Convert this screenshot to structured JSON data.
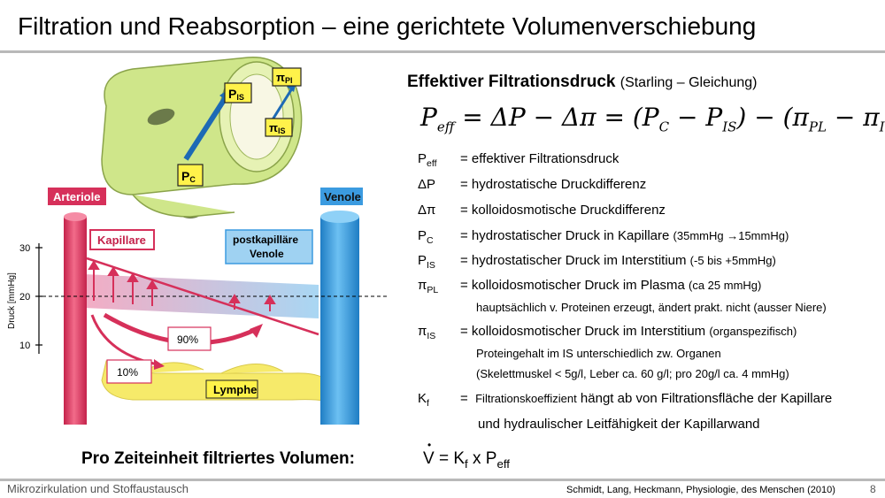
{
  "title": "Filtration und Reabsorption – eine gerichtete Volumenverschiebung",
  "diagram": {
    "labels": {
      "arteriole": "Arteriole",
      "venole": "Venole",
      "kapillare": "Kapillare",
      "postkapillaere_1": "postkapilläre",
      "postkapillaere_2": "Venole",
      "lymphe": "Lymphe",
      "pct_90": "90%",
      "pct_10": "10%",
      "y_axis": "Druck [mmHg]",
      "tick_30": "30",
      "tick_20": "20",
      "tick_10": "10",
      "p_c": "P",
      "p_c_sub": "C",
      "p_is": "P",
      "p_is_sub": "IS",
      "pi_pl": "π",
      "pi_pl_sub": "Pl",
      "pi_is": "π",
      "pi_is_sub": "IS"
    }
  },
  "effective": {
    "heading": "Effektiver Filtrationsdruck",
    "heading_sub": "(Starling – Gleichung)",
    "formula": {
      "p": "P",
      "p_sub": "eff",
      "eq1": " = ΔP − Δπ = (P",
      "c_sub": "C",
      "minus1": " − P",
      "is_sub1": "IS",
      "mid": ") − (π",
      "pl_sub": "PL",
      "minus2": " − π",
      "is_sub2": "IS",
      "end": ")"
    }
  },
  "definitions": [
    {
      "sym": "P",
      "sub": "eff",
      "text": "= effektiver Filtrationsdruck",
      "small": ""
    },
    {
      "sym": "ΔP",
      "sub": "",
      "text": "= hydrostatische Druckdifferenz",
      "small": ""
    },
    {
      "sym": "Δπ",
      "sub": "",
      "text": "= kolloidosmotische Druckdifferenz",
      "small": ""
    },
    {
      "sym": "P",
      "sub": "C",
      "text": "= hydrostatischer Druck in Kapillare",
      "small": "(35mmHg →15mmHg)"
    },
    {
      "sym": "P",
      "sub": "IS",
      "text": "= hydrostatischer Druck im Interstitium",
      "small": "(-5 bis +5mmHg)"
    },
    {
      "sym": "π",
      "sub": "PL",
      "text": "= kolloidosmotischer Druck im Plasma",
      "small": "(ca 25 mmHg)"
    },
    {
      "sym": "π",
      "sub": "IS",
      "text": "= kolloidosmotischer Druck im Interstitium",
      "small": "(organspezifisch)"
    }
  ],
  "notes": {
    "plasma_note": "hauptsächlich v. Proteinen erzeugt, ändert prakt. nicht (ausser Niere)",
    "is_note1": "Proteingehalt im IS unterschiedlich zw. Organen",
    "is_note2": "(Skelettmuskel < 5g/l, Leber ca. 60 g/l;  pro 20g/l ca. 4 mmHg)"
  },
  "kf": {
    "sym": "K",
    "sub": "f",
    "eq": "=",
    "small": "Filtrationskoeffizient",
    "text": " hängt ab von Filtrationsfläche der Kapillare",
    "line2": "und hydraulischer Leitfähigkeit der Kapillarwand"
  },
  "volume": {
    "label": "Pro Zeiteinheit filtriertes Volumen:",
    "v": "V",
    "eq": " = K",
    "kf_sub": "f",
    "x": " x P",
    "peff_sub": "eff"
  },
  "footer": {
    "left": "Mikrozirkulation und Stoffaustausch",
    "right": "Schmidt, Lang, Heckmann, Physiologie, des Menschen (2010)",
    "page": "8"
  },
  "colors": {
    "capillary_red": "#d6305a",
    "venole_blue": "#3b9be0",
    "cell_green": "#cfe68a",
    "label_yellow": "#fff24a",
    "lymph_yellow": "#f6ea6a",
    "arrow_blue": "#1d6ab5"
  }
}
